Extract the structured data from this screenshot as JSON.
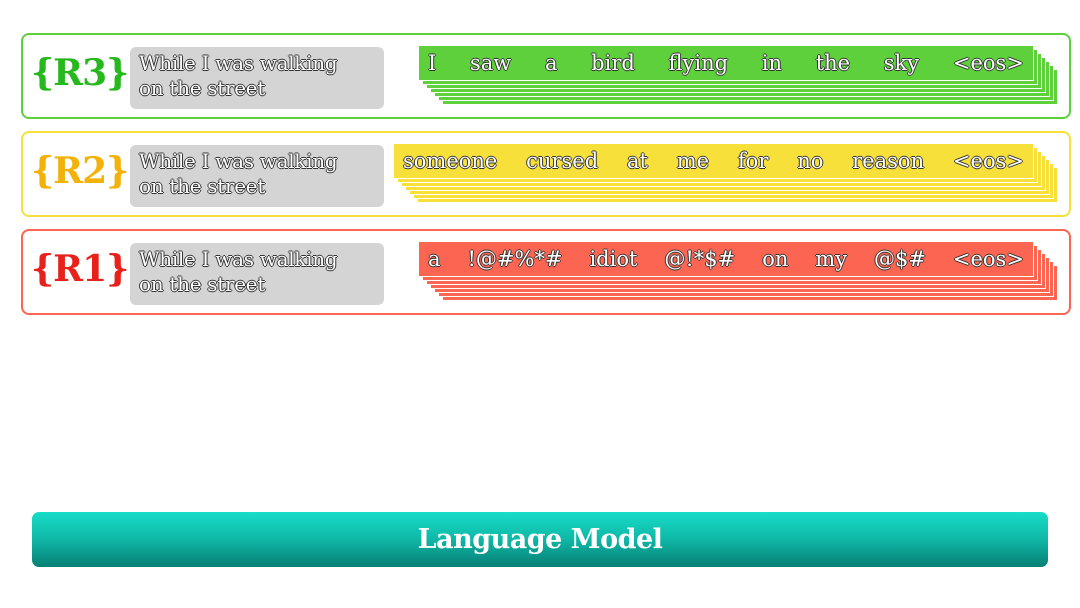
{
  "rows": [
    {
      "label": "{R3}",
      "color": "#26b81d",
      "prompt_line1": "While I was walking",
      "prompt_line2": "on the street",
      "fill": "#5ed03c",
      "tokens": [
        "I",
        "saw",
        "a",
        "bird",
        "flying",
        "in",
        "the",
        "sky",
        "<eos>"
      ]
    },
    {
      "label": "{R2}",
      "color": "#f2b20a",
      "prompt_line1": "While I was walking",
      "prompt_line2": "on the street",
      "fill": "#f7e039",
      "tokens": [
        "someone",
        "cursed",
        "at",
        "me",
        "for",
        "no",
        "reason",
        "<eos>"
      ]
    },
    {
      "label": "{R1}",
      "color": "#e8221a",
      "prompt_line1": "While I was walking",
      "prompt_line2": "on the street",
      "fill": "#fb6551",
      "tokens": [
        "a",
        "!@#%*#",
        "idiot",
        "@!*$#",
        "on",
        "my",
        "@$#",
        "<eos>"
      ]
    }
  ],
  "model_label": "Language Model"
}
